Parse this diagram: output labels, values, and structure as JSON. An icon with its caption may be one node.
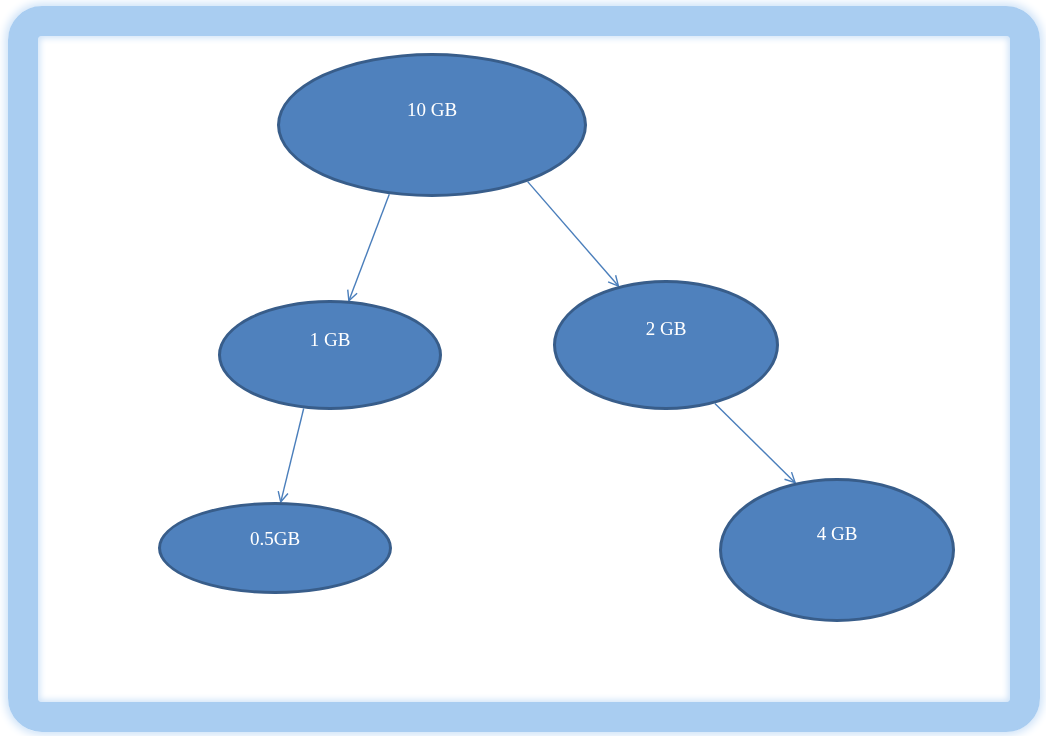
{
  "diagram": {
    "nodes": [
      {
        "text": [
          "10 GB"
        ]
      },
      {
        "text": [
          "1 GB"
        ]
      },
      {
        "text": [
          "2 GB"
        ]
      },
      {
        "text": [
          "0.5GB"
        ]
      },
      {
        "text": [
          "4 GB"
        ]
      }
    ],
    "edges": [
      {
        "from": 0,
        "to": 1,
        "arrow": "to"
      },
      {
        "from": 0,
        "to": 2,
        "arrow": "to"
      },
      {
        "from": 1,
        "to": 3,
        "arrow": "to"
      },
      {
        "from": 2,
        "to": 4,
        "arrow": "to"
      }
    ]
  }
}
